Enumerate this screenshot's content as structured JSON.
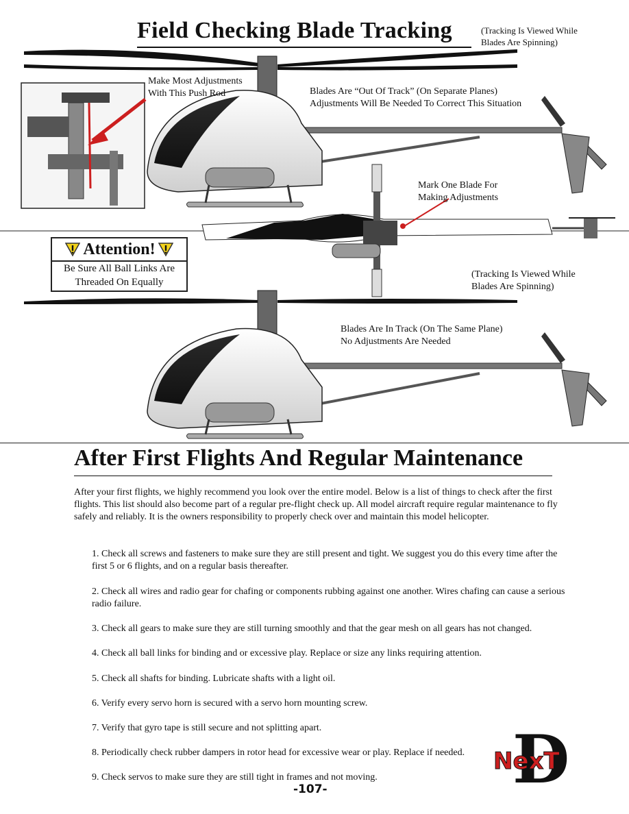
{
  "header": {
    "title": "Field Checking Blade Tracking",
    "note_top": [
      "(Tracking Is Viewed While",
      "Blades Are Spinning)"
    ]
  },
  "labels": {
    "push_rod": [
      "Make Most Adjustments",
      "With This Push Rod"
    ],
    "out_of_track": [
      "Blades Are “Out Of Track” (On Separate Planes)",
      "Adjustments Will Be Needed To Correct This Situation"
    ],
    "mark_blade": [
      "Mark One Blade For",
      "Making Adjustments"
    ],
    "note_mid": [
      "(Tracking Is Viewed While",
      "Blades Are Spinning)"
    ],
    "in_track": [
      "Blades Are In Track (On The Same Plane)",
      "No Adjustments Are Needed"
    ]
  },
  "attention": {
    "title": "Attention!",
    "body": [
      "Be Sure All Ball Links Are",
      "Threaded On Equally"
    ]
  },
  "maintenance": {
    "title": "After First Flights And Regular Maintenance",
    "intro": "After your first flights, we highly recommend you look over the entire model. Below is a list of things to check after the first flights. This list should also become part of a regular pre-flight check up. All model aircraft require regular maintenance to fly safely and reliably. It is the owners responsibility to properly check over and maintain this model helicopter.",
    "items": [
      "1. Check all screws and fasteners to make sure they are still present and tight. We suggest you do this every time after the first 5 or 6 flights, and on a regular basis thereafter.",
      "2. Check all wires and radio gear for chafing or components rubbing against one another. Wires chafing can cause a serious radio failure.",
      "3. Check all gears to make sure they are still turning smoothly and that the gear mesh on all gears has not changed.",
      "4. Check all ball links for binding and or excessive play. Replace or size any links requiring attention.",
      "5. Check all shafts for binding. Lubricate shafts with a light oil.",
      "6. Verify every servo horn is secured with a servo horn mounting screw.",
      "7. Verify that gyro tape is still secure and not splitting apart.",
      "8. Periodically check rubber dampers in rotor head for excessive wear or play. Replace if needed.",
      "9. Check servos to make sure they are still tight in frames and not moving."
    ]
  },
  "footer": {
    "page_number": "-107-",
    "logo_letter": "D",
    "logo_text": "NexT"
  },
  "colors": {
    "accent_red": "#cc1f1f",
    "warning_yellow": "#f2d21b"
  }
}
